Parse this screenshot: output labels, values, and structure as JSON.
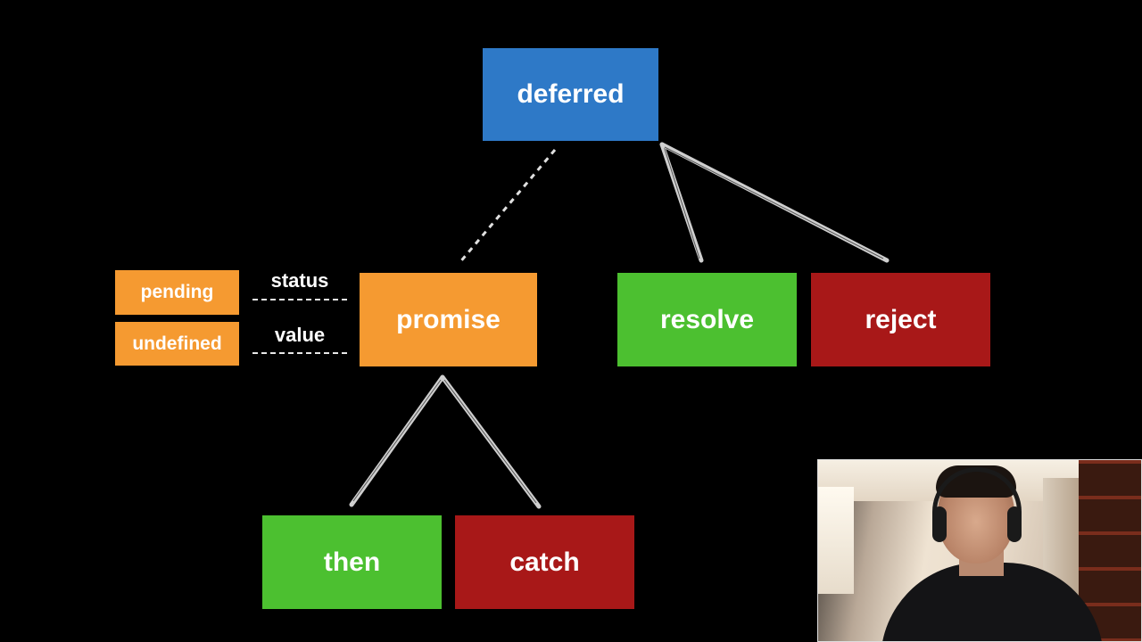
{
  "colors": {
    "background": "#000000",
    "deferred": "#2e79c7",
    "promise": "#f59a31",
    "resolve": "#4cc030",
    "reject": "#a81818",
    "state": "#f59a31",
    "connector": "#d8d8d8"
  },
  "nodes": {
    "deferred": "deferred",
    "promise": "promise",
    "resolve": "resolve",
    "reject": "reject",
    "then": "then",
    "catch": "catch"
  },
  "state": {
    "status_label": "status",
    "status_value": "pending",
    "value_label": "value",
    "value_value": "undefined"
  },
  "edges": [
    {
      "from": "deferred",
      "to": "promise",
      "style": "dotted"
    },
    {
      "from": "deferred",
      "to": "resolve",
      "style": "solid"
    },
    {
      "from": "deferred",
      "to": "reject",
      "style": "solid"
    },
    {
      "from": "promise",
      "to": "then",
      "style": "solid"
    },
    {
      "from": "promise",
      "to": "catch",
      "style": "solid"
    }
  ]
}
